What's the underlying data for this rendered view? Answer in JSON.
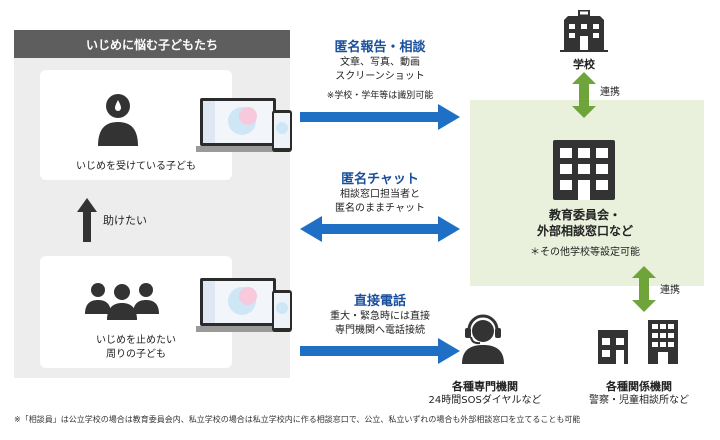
{
  "left_panel": {
    "title": "いじめに悩む子どもたち",
    "victim_label": "いじめを受けている子ども",
    "help_label": "助けたい",
    "bystander_label_1": "いじめを止めたい",
    "bystander_label_2": "周りの子ども"
  },
  "channels": {
    "report": {
      "title": "匿名報告・相談",
      "line1": "文章、写真、動画",
      "line2": "スクリーンショット",
      "note": "※学校・学年等は識別可能"
    },
    "chat": {
      "title": "匿名チャット",
      "line1": "相談窓口担当者と",
      "line2": "匿名のままチャット"
    },
    "phone": {
      "title": "直接電話",
      "line1": "重大・緊急時には直接",
      "line2": "専門機関へ電話接続"
    }
  },
  "right": {
    "school_label": "学校",
    "link_label_top": "連携",
    "board_line1": "教育委員会・",
    "board_line2": "外部相談窓口など",
    "board_note": "＊その他学校等設定可能",
    "link_label_bottom": "連携",
    "specialist_title": "各種専門機関",
    "specialist_sub": "24時間SOSダイヤルなど",
    "agencies_title": "各種関係機関",
    "agencies_sub": "警察・児童相談所など"
  },
  "footnote": "※「相談員」は公立学校の場合は教育委員会内、私立学校の場合は私立学校内に作る相談窓口で、公立、私立いずれの場合も外部相談窓口を立てることも可能",
  "colors": {
    "arrow_blue": "#1f6fc4",
    "accent_green": "#6ea43a",
    "panel_gray": "#ededed",
    "header_gray": "#5e5e5e",
    "right_bg": "#e9f0dc",
    "title_blue": "#1a4f9c"
  }
}
